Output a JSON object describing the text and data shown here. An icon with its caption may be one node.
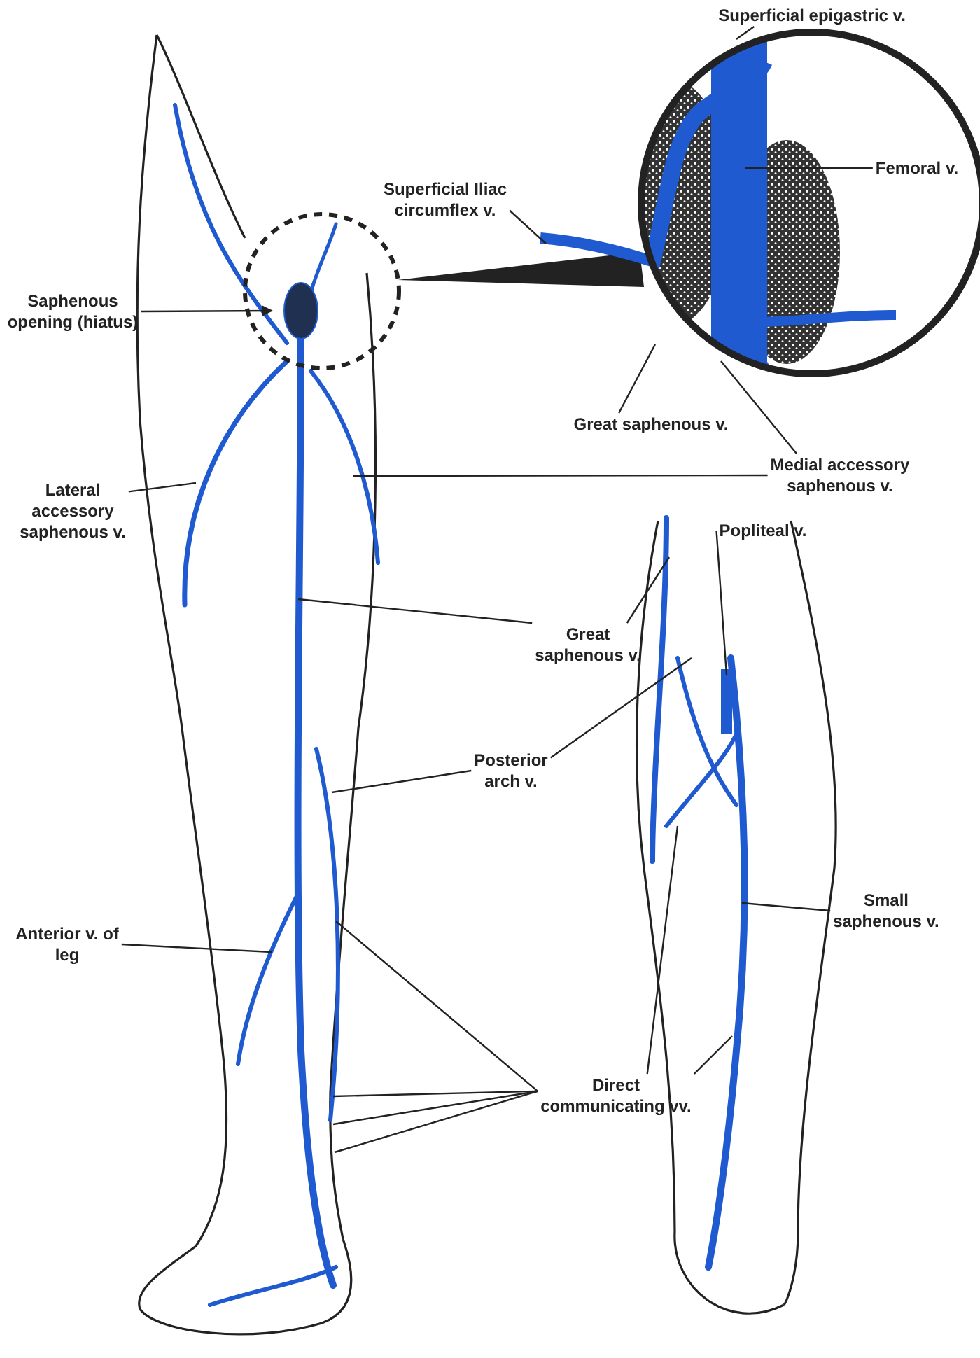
{
  "diagram": {
    "nodes": [
      {
        "text": [
          "Superficial epigastric v."
        ]
      },
      {
        "text": [
          "Superficial Iliac circumflex v."
        ]
      },
      {
        "text": [
          "Femoral v."
        ]
      },
      {
        "text": [
          "Saphenous opening (hiatus)"
        ]
      },
      {
        "text": [
          "Great saphenous v."
        ]
      },
      {
        "text": [
          "Medial accessory saphenous v."
        ]
      },
      {
        "text": [
          "Lateral accessory saphenous v."
        ]
      },
      {
        "text": [
          "Great saphenous v."
        ]
      },
      {
        "text": [
          "Popliteal v."
        ]
      },
      {
        "text": [
          "Posterior arch v."
        ]
      },
      {
        "text": [
          "Small saphenous v."
        ]
      },
      {
        "text": [
          "Anterior v. of leg"
        ]
      },
      {
        "text": [
          "Direct communicating vv."
        ]
      }
    ],
    "edges": [
      {
        "from": 0,
        "to": null,
        "arrow": "none"
      },
      {
        "from": 1,
        "to": null,
        "arrow": "none"
      },
      {
        "from": 2,
        "to": null,
        "arrow": "none"
      },
      {
        "from": 3,
        "to": null,
        "arrow": "to"
      },
      {
        "from": 4,
        "to": null,
        "arrow": "none"
      },
      {
        "from": 5,
        "to": null,
        "arrow": "none"
      },
      {
        "from": 5,
        "to": null,
        "arrow": "none"
      },
      {
        "from": 6,
        "to": null,
        "arrow": "none"
      },
      {
        "from": 7,
        "to": null,
        "arrow": "none"
      },
      {
        "from": 7,
        "to": null,
        "arrow": "none"
      },
      {
        "from": 8,
        "to": null,
        "arrow": "none"
      },
      {
        "from": 9,
        "to": null,
        "arrow": "none"
      },
      {
        "from": 9,
        "to": null,
        "arrow": "none"
      },
      {
        "from": 10,
        "to": null,
        "arrow": "none"
      },
      {
        "from": 11,
        "to": null,
        "arrow": "none"
      },
      {
        "from": 12,
        "to": null,
        "arrow": "none"
      },
      {
        "from": 12,
        "to": null,
        "arrow": "none"
      },
      {
        "from": 12,
        "to": null,
        "arrow": "none"
      },
      {
        "from": 12,
        "to": null,
        "arrow": "none"
      },
      {
        "from": 12,
        "to": null,
        "arrow": "none"
      },
      {
        "from": 12,
        "to": null,
        "arrow": "none"
      }
    ]
  }
}
